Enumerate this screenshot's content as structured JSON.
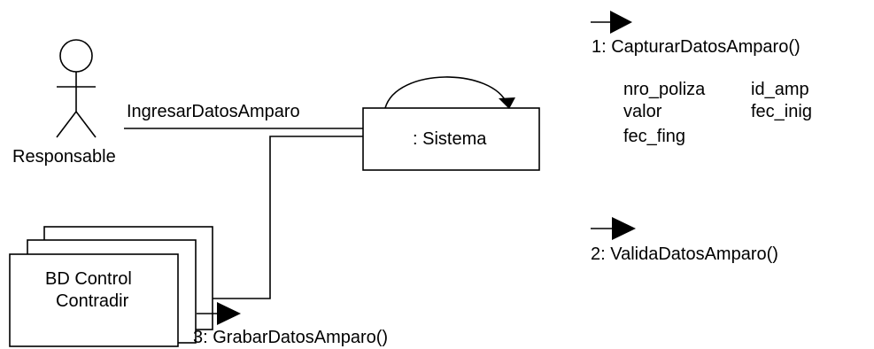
{
  "actor": {
    "label": "Responsable"
  },
  "system": {
    "label": ": Sistema"
  },
  "database": {
    "line1": "BD Control",
    "line2": "Contradir"
  },
  "links": {
    "actor_to_system": "IngresarDatosAmparo"
  },
  "messages": [
    {
      "label": "1: CapturarDatosAmparo()",
      "params": [
        "nro_poliza",
        "id_amp",
        "valor",
        "fec_inig",
        "fec_fing"
      ]
    },
    {
      "label": "2: ValidaDatosAmparo()"
    },
    {
      "label": "3: GrabarDatosAmparo()"
    }
  ]
}
